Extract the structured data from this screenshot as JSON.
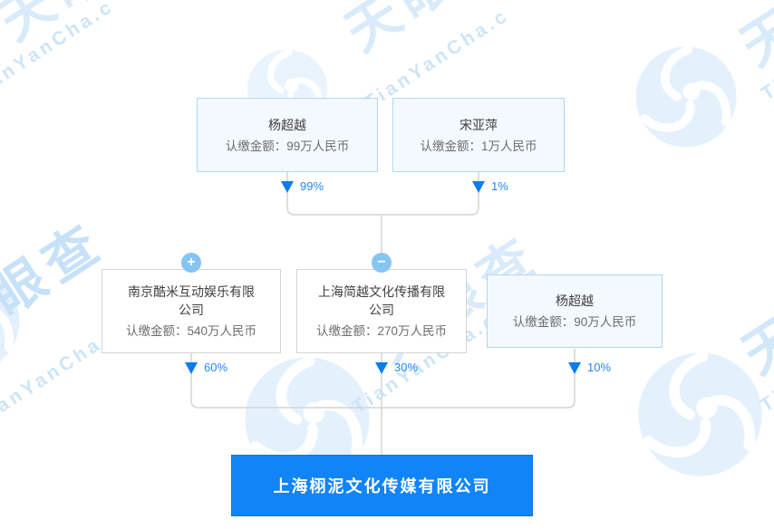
{
  "watermark": {
    "brand_cn": "天眼查",
    "brand_en": "TianYanCha.c",
    "logo_icon": "tianyancha-swirl-logo",
    "watermark_color": "#d9ebfa"
  },
  "diagram": {
    "root_company": {
      "name": "上海栩泥文化传媒有限公司",
      "bg_color": "#1184f7",
      "text_color": "#ffffff"
    },
    "upper_shareholders": [
      {
        "name": "杨超越",
        "amount": "认缴金额：99万人民币",
        "percent": "99%"
      },
      {
        "name": "宋亚萍",
        "amount": "认缴金额：1万人民币",
        "percent": "1%"
      }
    ],
    "direct_shareholders": [
      {
        "name": "南京酷米互动娱乐有限公司",
        "amount": "认缴金额：540万人民币",
        "percent": "60%",
        "expander": "+"
      },
      {
        "name": "上海简越文化传播有限公司",
        "amount": "认缴金额：270万人民币",
        "percent": "30%",
        "expander": "−"
      },
      {
        "name": "杨超越",
        "amount": "认缴金额：90万人民币",
        "percent": "10%"
      }
    ],
    "colors": {
      "person_box_bg": "#f3f9fe",
      "person_box_border": "#aed8f5",
      "company_box_bg": "#ffffff",
      "company_box_border": "#d4d4d4",
      "connector": "#d4d4d4",
      "percent_text": "#2289fa",
      "arrow": "#0b7cf0",
      "expander_bg": "#85c5f2",
      "root_bg": "#1184f7"
    }
  }
}
